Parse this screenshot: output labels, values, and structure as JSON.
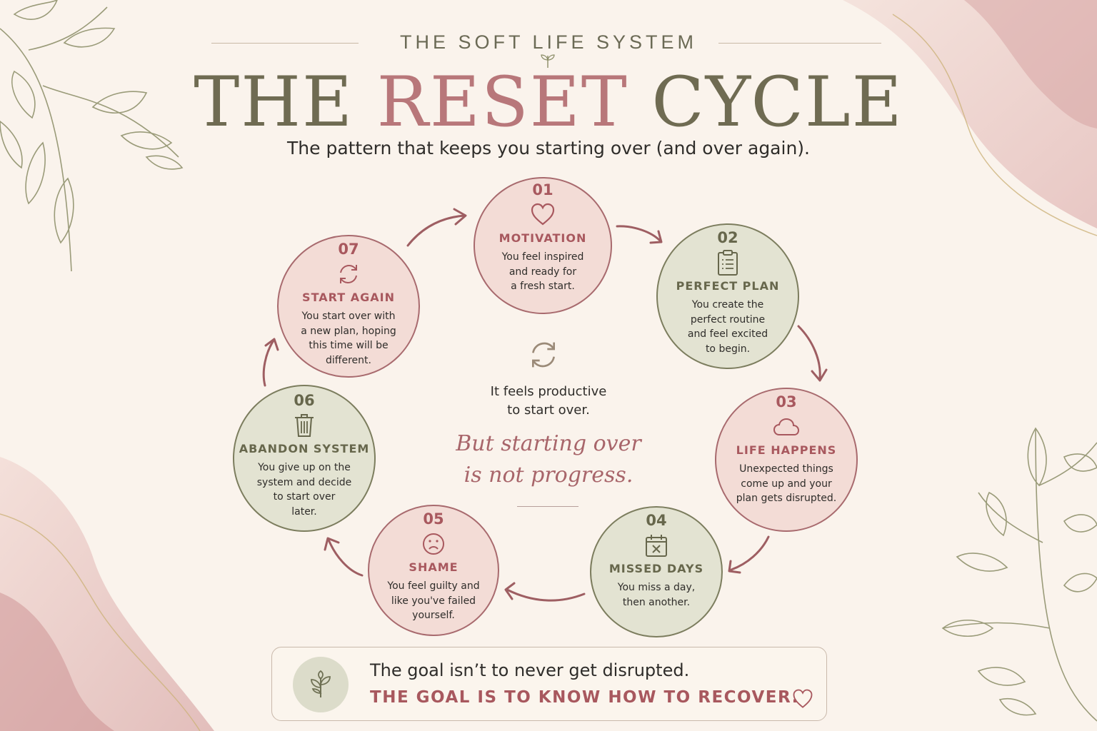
{
  "header": {
    "kicker": "THE SOFT LIFE SYSTEM",
    "title_part1": "THE ",
    "title_accent": "RESET",
    "title_part2": " CYCLE",
    "subtitle": "The pattern that keeps you starting over (and over again)."
  },
  "cycle": [
    {
      "number": "01",
      "label": "MOTIVATION",
      "description": "You feel inspired\nand ready for\na fresh start.",
      "icon": "heart-icon"
    },
    {
      "number": "02",
      "label": "PERFECT PLAN",
      "description": "You create the\nperfect routine\nand feel excited\nto begin.",
      "icon": "clipboard-icon"
    },
    {
      "number": "03",
      "label": "LIFE HAPPENS",
      "description": "Unexpected things\ncome up and your\nplan gets disrupted.",
      "icon": "cloud-icon"
    },
    {
      "number": "04",
      "label": "MISSED DAYS",
      "description": "You miss a day,\nthen another.",
      "icon": "calendar-x-icon"
    },
    {
      "number": "05",
      "label": "SHAME",
      "description": "You feel guilty and\nlike you've failed\nyourself.",
      "icon": "sad-face-icon"
    },
    {
      "number": "06",
      "label": "ABANDON SYSTEM",
      "description": "You give up on the\nsystem and decide\nto start over\nlater.",
      "icon": "trash-icon"
    },
    {
      "number": "07",
      "label": "START AGAIN",
      "description": "You start over with\na new plan, hoping\nthis time will be\ndifferent.",
      "icon": "refresh-icon"
    }
  ],
  "center": {
    "icon": "refresh-icon",
    "text": "It feels productive\nto start over.",
    "script": "But starting over\nis not progress."
  },
  "callout": {
    "icon": "sprout-icon",
    "line1": "The goal isn’t to never get disrupted.",
    "line2": "THE GOAL IS TO KNOW HOW TO RECOVER.",
    "end_icon": "heart-outline-icon"
  },
  "colors": {
    "background": "#faf3ec",
    "pink_accent": "#a8585e",
    "green_accent": "#67674c",
    "pink_fill": "#f3dcd6",
    "green_fill": "#e3e3d2"
  }
}
